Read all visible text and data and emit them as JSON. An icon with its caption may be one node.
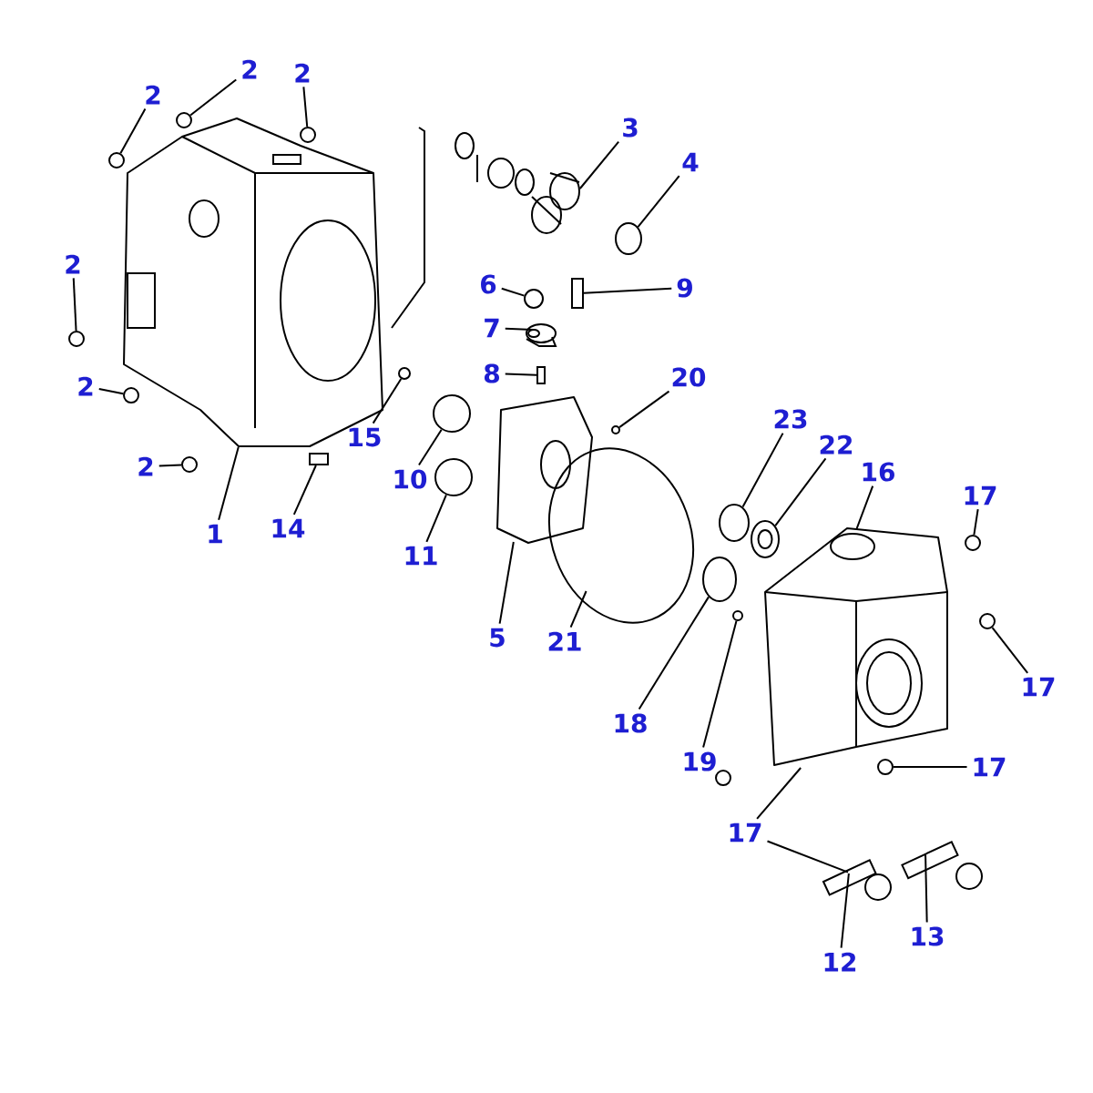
{
  "diagram": {
    "nodes": [
      {
        "text": [
          "2"
        ]
      },
      {
        "text": [
          "2"
        ]
      },
      {
        "text": [
          "2"
        ]
      },
      {
        "text": [
          "2"
        ]
      },
      {
        "text": [
          "2"
        ]
      },
      {
        "text": [
          "2"
        ]
      },
      {
        "text": [
          "1"
        ]
      },
      {
        "text": [
          "14"
        ]
      },
      {
        "text": [
          "15"
        ]
      },
      {
        "text": [
          "3"
        ]
      },
      {
        "text": [
          "4"
        ]
      },
      {
        "text": [
          "6"
        ]
      },
      {
        "text": [
          "7"
        ]
      },
      {
        "text": [
          "8"
        ]
      },
      {
        "text": [
          "9"
        ]
      },
      {
        "text": [
          "20"
        ]
      },
      {
        "text": [
          "10"
        ]
      },
      {
        "text": [
          "11"
        ]
      },
      {
        "text": [
          "5"
        ]
      },
      {
        "text": [
          "21"
        ]
      },
      {
        "text": [
          "23"
        ]
      },
      {
        "text": [
          "22"
        ]
      },
      {
        "text": [
          "16"
        ]
      },
      {
        "text": [
          "17"
        ]
      },
      {
        "text": [
          "17"
        ]
      },
      {
        "text": [
          "17"
        ]
      },
      {
        "text": [
          "19"
        ]
      },
      {
        "text": [
          "18"
        ]
      },
      {
        "text": [
          "17"
        ]
      },
      {
        "text": [
          "12"
        ]
      },
      {
        "text": [
          "13"
        ]
      },
      {
        "text": [],
        "shape": "circle"
      },
      {
        "text": [],
        "shape": "circle"
      },
      {
        "text": [],
        "shape": "circle"
      },
      {
        "text": [],
        "shape": "circle"
      },
      {
        "text": [],
        "shape": "circle"
      },
      {
        "text": [],
        "shape": "circle"
      },
      {
        "text": [],
        "shape": "picture"
      },
      {
        "text": [],
        "shape": "box"
      },
      {
        "text": [],
        "shape": "circle"
      },
      {
        "text": [],
        "shape": "picture"
      },
      {
        "text": [],
        "shape": "circle"
      },
      {
        "text": [],
        "shape": "circle"
      },
      {
        "text": [],
        "shape": "picture"
      },
      {
        "text": [],
        "shape": "box"
      },
      {
        "text": [],
        "shape": "box"
      },
      {
        "text": [],
        "shape": "circle"
      },
      {
        "text": [],
        "shape": "circle"
      },
      {
        "text": [],
        "shape": "circle"
      },
      {
        "text": [],
        "shape": "picture"
      },
      {
        "text": [],
        "shape": "picture"
      },
      {
        "text": [],
        "shape": "circle"
      },
      {
        "text": [],
        "shape": "circle"
      },
      {
        "text": [],
        "shape": "picture"
      },
      {
        "text": [],
        "shape": "circle"
      },
      {
        "text": [],
        "shape": "circle"
      },
      {
        "text": [],
        "shape": "circle"
      },
      {
        "text": [],
        "shape": "circle"
      },
      {
        "text": [],
        "shape": "circle"
      },
      {
        "text": [],
        "shape": "picture"
      },
      {
        "text": [],
        "shape": "picture"
      }
    ],
    "edges": [
      {
        "from": 0,
        "to": 31,
        "arrow": "none"
      },
      {
        "from": 1,
        "to": 32,
        "arrow": "none"
      },
      {
        "from": 2,
        "to": 33,
        "arrow": "none"
      },
      {
        "from": 3,
        "to": 34,
        "arrow": "none"
      },
      {
        "from": 4,
        "to": 35,
        "arrow": "none"
      },
      {
        "from": 5,
        "to": 36,
        "arrow": "none"
      },
      {
        "from": 6,
        "to": 37,
        "arrow": "none"
      },
      {
        "from": 7,
        "to": 38,
        "arrow": "none"
      },
      {
        "from": 8,
        "to": 39,
        "arrow": "none"
      },
      {
        "from": 9,
        "to": 40,
        "arrow": "none"
      },
      {
        "from": 10,
        "to": 41,
        "arrow": "none"
      },
      {
        "from": 11,
        "to": 42,
        "arrow": "none"
      },
      {
        "from": 12,
        "to": 43,
        "arrow": "none"
      },
      {
        "from": 13,
        "to": 44,
        "arrow": "none"
      },
      {
        "from": 14,
        "to": 45,
        "arrow": "none"
      },
      {
        "from": 15,
        "to": 46,
        "arrow": "none"
      },
      {
        "from": 16,
        "to": 47,
        "arrow": "none"
      },
      {
        "from": 17,
        "to": 48,
        "arrow": "none"
      },
      {
        "from": 18,
        "to": 49,
        "arrow": "none"
      },
      {
        "from": 19,
        "to": 50,
        "arrow": "none"
      },
      {
        "from": 20,
        "to": 51,
        "arrow": "none"
      },
      {
        "from": 21,
        "to": 52,
        "arrow": "none"
      },
      {
        "from": 22,
        "to": 53,
        "arrow": "none"
      },
      {
        "from": 23,
        "to": 54,
        "arrow": "none"
      },
      {
        "from": 24,
        "to": 55,
        "arrow": "none"
      },
      {
        "from": 25,
        "to": 56,
        "arrow": "none"
      },
      {
        "from": 26,
        "to": 57,
        "arrow": "none"
      },
      {
        "from": 27,
        "to": 58,
        "arrow": "none"
      },
      {
        "from": 28,
        "to": 53,
        "arrow": "none"
      },
      {
        "from": 28,
        "to": 59,
        "arrow": "none"
      },
      {
        "from": 29,
        "to": 59,
        "arrow": "none"
      },
      {
        "from": 30,
        "to": 60,
        "arrow": "none"
      }
    ]
  }
}
